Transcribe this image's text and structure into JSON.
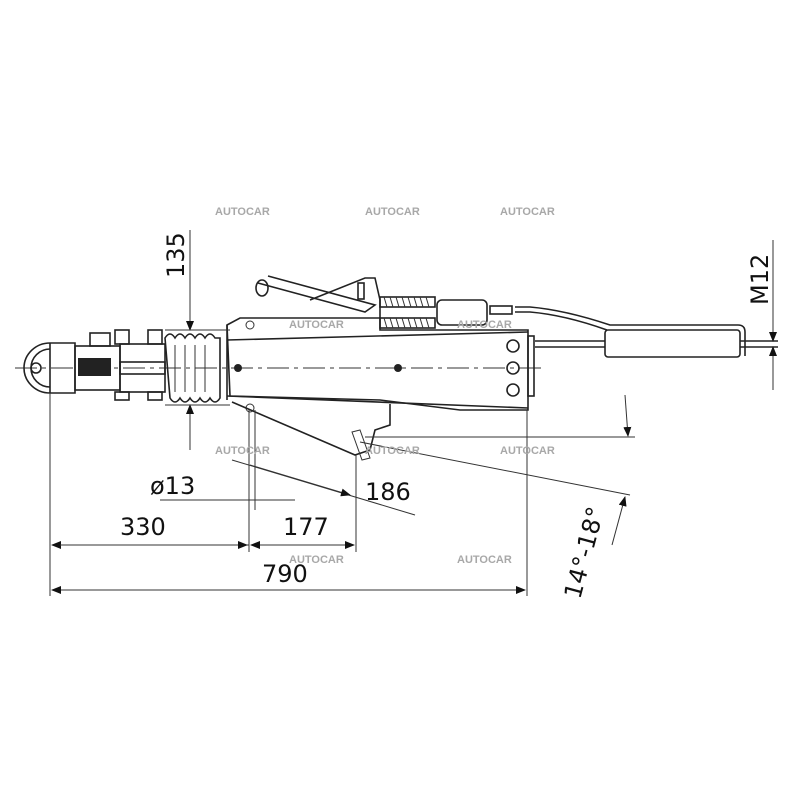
{
  "drawing": {
    "dimensions": {
      "height_135": "135",
      "thread": "M12",
      "hole_diameter": "ø13",
      "len_330": "330",
      "len_177": "177",
      "len_186": "186",
      "total_790": "790",
      "angle": "14°-18°"
    },
    "watermark": "AUTOCAR"
  }
}
